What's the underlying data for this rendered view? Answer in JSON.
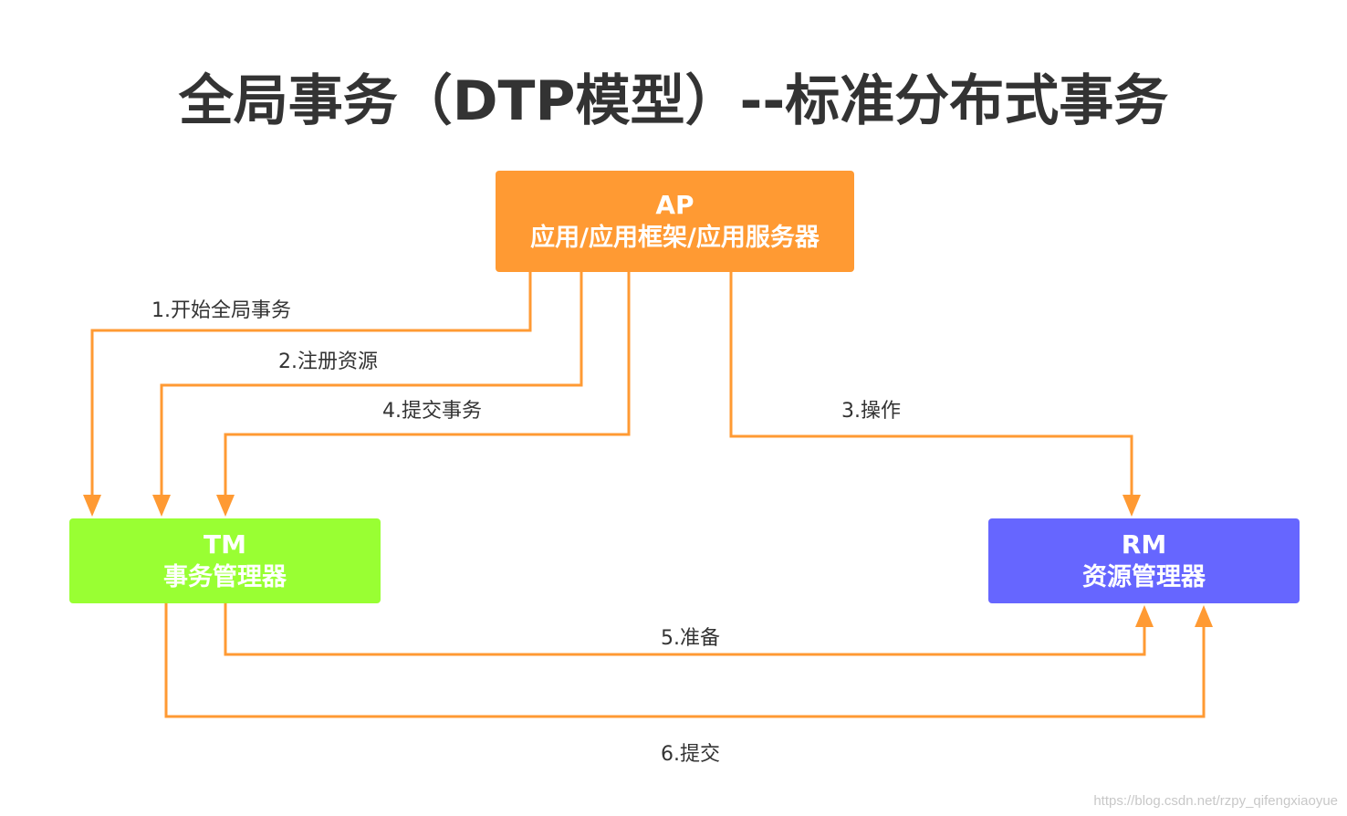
{
  "title": "全局事务（DTP模型）--标准分布式事务",
  "colors": {
    "ap": "#ff9a33",
    "tm": "#99ff33",
    "rm": "#6666ff",
    "edge": "#ff9a33"
  },
  "nodes": {
    "ap": {
      "code": "AP",
      "desc": "应用/应用框架/应用服务器"
    },
    "tm": {
      "code": "TM",
      "desc": "事务管理器"
    },
    "rm": {
      "code": "RM",
      "desc": "资源管理器"
    }
  },
  "edges": [
    {
      "id": "e1",
      "label": "1.开始全局事务",
      "from": "ap",
      "to": "tm"
    },
    {
      "id": "e2",
      "label": "2.注册资源",
      "from": "ap",
      "to": "tm"
    },
    {
      "id": "e3",
      "label": "3.操作",
      "from": "ap",
      "to": "rm"
    },
    {
      "id": "e4",
      "label": "4.提交事务",
      "from": "ap",
      "to": "tm"
    },
    {
      "id": "e5",
      "label": "5.准备",
      "from": "tm",
      "to": "rm"
    },
    {
      "id": "e6",
      "label": "6.提交",
      "from": "tm",
      "to": "rm"
    }
  ],
  "watermark": "https://blog.csdn.net/rzpy_qifengxiaoyue"
}
